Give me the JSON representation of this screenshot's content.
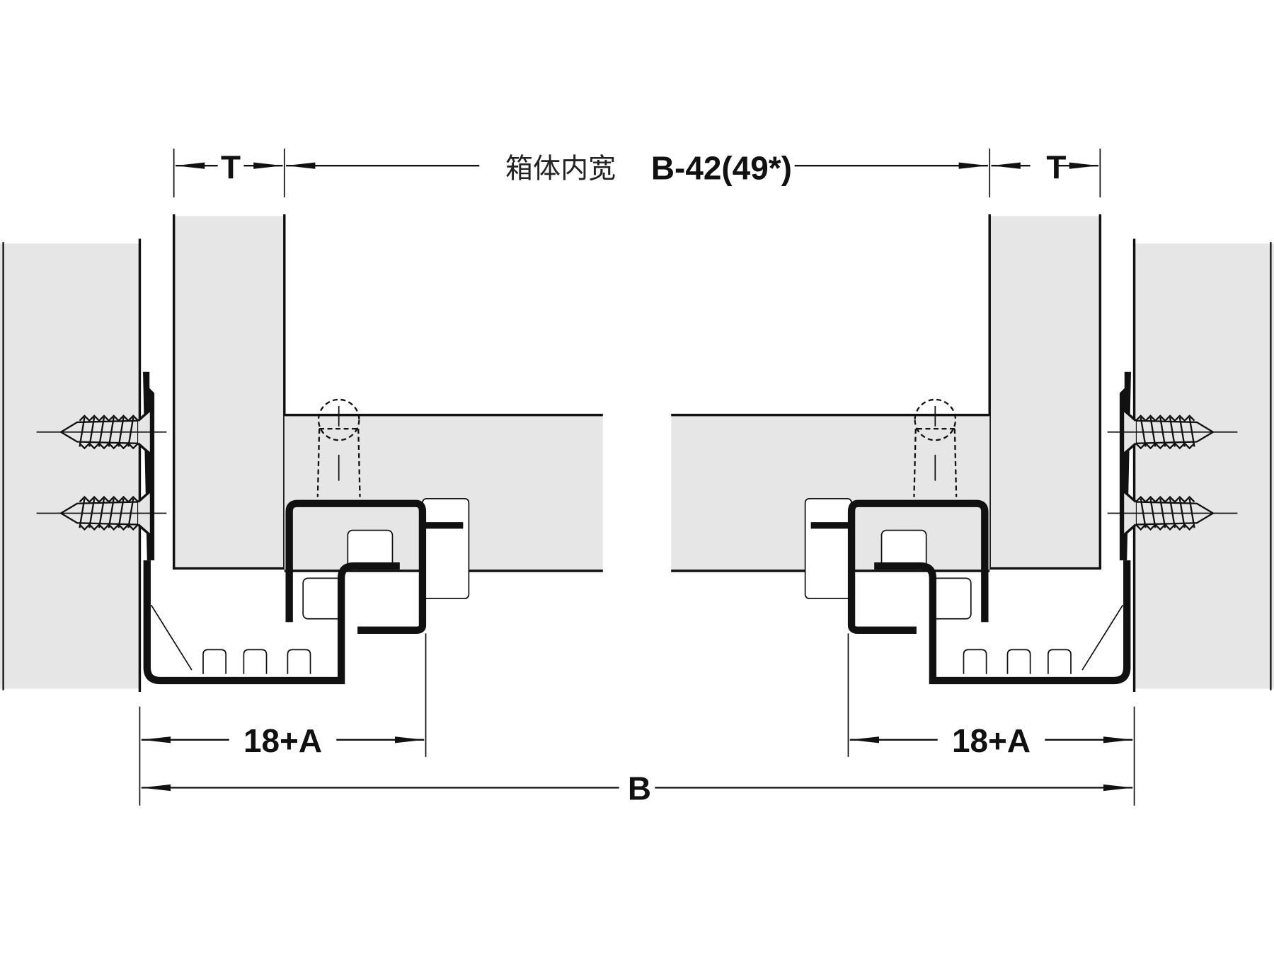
{
  "diagram": {
    "title": "Drawer runner installation cross-section",
    "labels": {
      "thickness_left": "T",
      "thickness_right": "T",
      "inner_width_cn": "箱体内宽",
      "inner_width_formula": "B-42(49*)",
      "offset_left": "18+A",
      "offset_right": "18+A",
      "total_width": "B"
    },
    "colors": {
      "panel_fill": "#e6e6e6",
      "line": "#111111"
    }
  }
}
